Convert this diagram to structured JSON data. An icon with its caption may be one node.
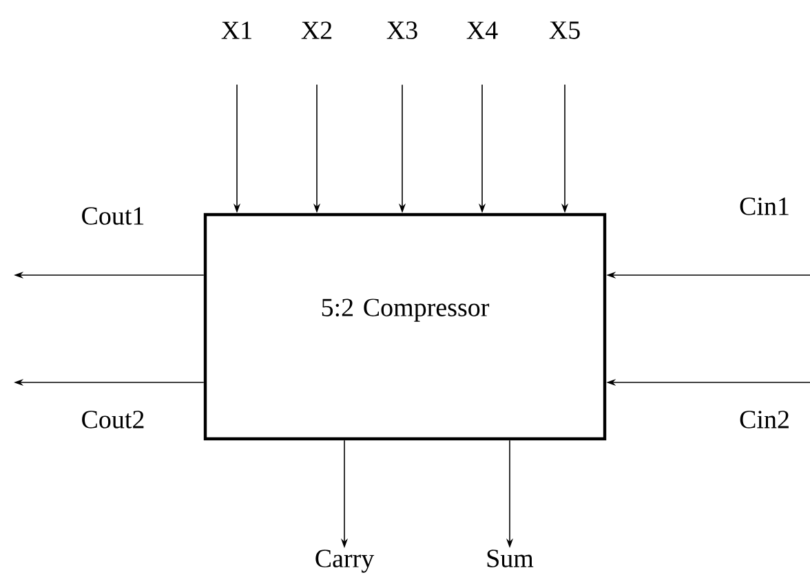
{
  "diagram": {
    "nodes": [
      {
        "text": [
          "5:2 Compressor"
        ]
      },
      {
        "text": [
          "X1"
        ]
      },
      {
        "text": [
          "X2"
        ]
      },
      {
        "text": [
          "X3"
        ]
      },
      {
        "text": [
          "X4"
        ]
      },
      {
        "text": [
          "X5"
        ]
      },
      {
        "text": [
          "Carry"
        ]
      },
      {
        "text": [
          "Sum"
        ]
      }
    ],
    "edges": [
      {
        "from": 1,
        "to": 0,
        "arrow": "to"
      },
      {
        "from": 2,
        "to": 0,
        "arrow": "to"
      },
      {
        "from": 3,
        "to": 0,
        "arrow": "to"
      },
      {
        "from": 4,
        "to": 0,
        "arrow": "to"
      },
      {
        "from": 5,
        "to": 0,
        "arrow": "to"
      },
      {
        "from": null,
        "to": 0,
        "arrow": "to",
        "label": "Cin1"
      },
      {
        "from": null,
        "to": 0,
        "arrow": "to",
        "label": "Cin2"
      },
      {
        "from": 0,
        "to": null,
        "arrow": "to",
        "label": "Cout1"
      },
      {
        "from": 0,
        "to": null,
        "arrow": "to",
        "label": "Cout2"
      },
      {
        "from": 0,
        "to": 6,
        "arrow": "to"
      },
      {
        "from": 0,
        "to": 7,
        "arrow": "to"
      }
    ]
  }
}
